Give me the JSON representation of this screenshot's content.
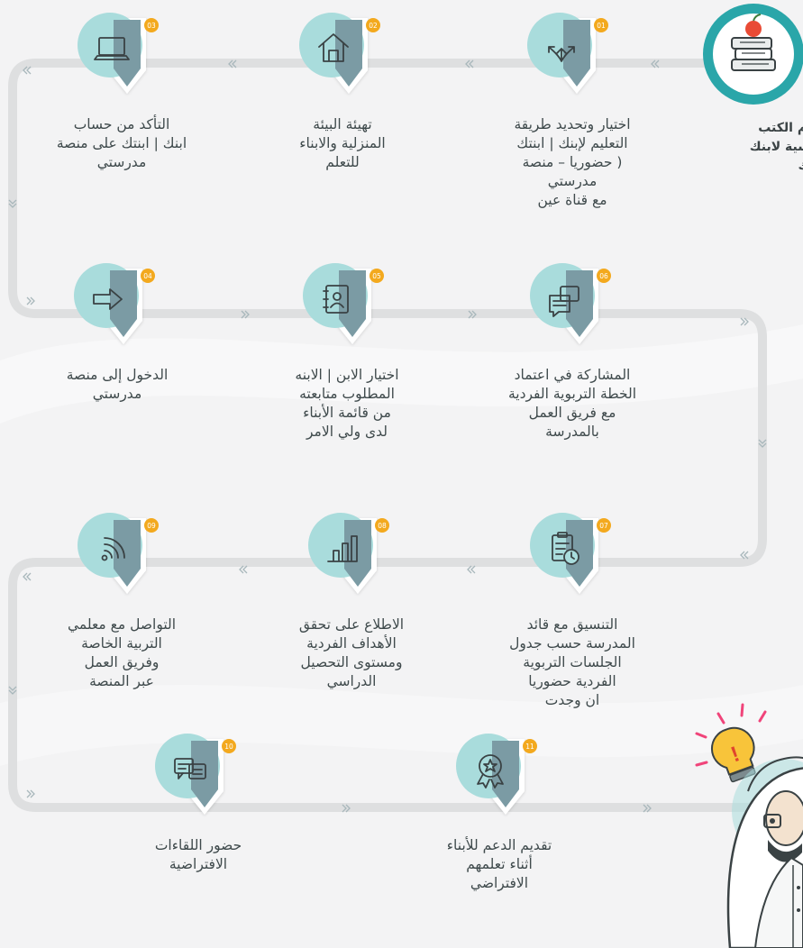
{
  "start": {
    "label": "استلام الكتب\nالدراسية لابنك\n| ابنتك",
    "icon": "books-apple-icon"
  },
  "steps": [
    {
      "num": "01",
      "icon": "split-arrows-icon",
      "label": "اختيار وتحديد طريقة\nالتعليم لإبنك | ابنتك\n( حضوريا – منصة مدرستي\nمع قناة عين"
    },
    {
      "num": "02",
      "icon": "house-icon",
      "label": "تهيئة البيئة\nالمنزلية والابناء\nللتعلم"
    },
    {
      "num": "03",
      "icon": "laptop-icon",
      "label": "التأكد من حساب\nابنك | ابنتك على منصة\nمدرستي"
    },
    {
      "num": "04",
      "icon": "login-arrow-icon",
      "label": "الدخول إلى منصة\nمدرستي"
    },
    {
      "num": "05",
      "icon": "contact-book-icon",
      "label": "اختيار الابن | الابنه\nالمطلوب متابعته\nمن قائمة الأبناء\nلدى ولي الامر"
    },
    {
      "num": "06",
      "icon": "chat-document-icon",
      "label": "المشاركة في اعتماد\nالخطة التربوية الفردية\nمع فريق العمل\nبالمدرسة"
    },
    {
      "num": "07",
      "icon": "clipboard-clock-icon",
      "label": "التنسيق مع قائد\nالمدرسة حسب جدول\nالجلسات التربوية\nالفردية حضوريا\nان وجدت"
    },
    {
      "num": "08",
      "icon": "bar-chart-icon",
      "label": "الاطلاع على تحقق\nالأهداف الفردية\nومستوى التحصيل\nالدراسي"
    },
    {
      "num": "09",
      "icon": "signal-waves-icon",
      "label": "التواصل مع معلمي\nالتربية الخاصة\nوفريق العمل\nعبر المنصة"
    },
    {
      "num": "10",
      "icon": "chat-bubbles-icon",
      "label": "حضور اللقاءات\nالافتراضية"
    },
    {
      "num": "11",
      "icon": "star-medal-icon",
      "label": "تقديم الدعم للأبناء\nأثناء تعلمهم\nالافتراضي"
    }
  ],
  "colors": {
    "path": "#dedfe0",
    "circle": "#a9dcdc",
    "shield": "#7b9ba4",
    "shield_dark": "#5d7e87",
    "badge": "#f3a91e",
    "start_ring": "#2aa6a9"
  }
}
